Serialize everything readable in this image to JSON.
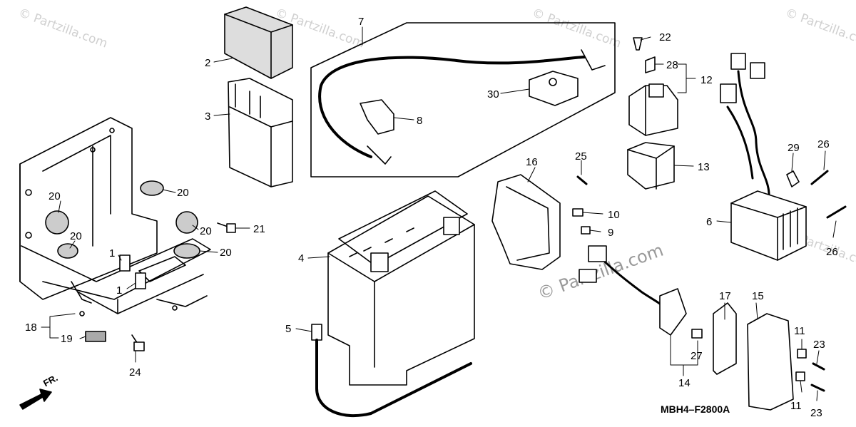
{
  "watermark": {
    "text": "© Partzilla.com",
    "center_text": "© Partzilla.com"
  },
  "diagram_code": "MBH4–F2800A",
  "direction_label": "FR.",
  "callouts": [
    {
      "id": "c1a",
      "label": "1"
    },
    {
      "id": "c1b",
      "label": "1"
    },
    {
      "id": "c2",
      "label": "2"
    },
    {
      "id": "c3",
      "label": "3"
    },
    {
      "id": "c4",
      "label": "4"
    },
    {
      "id": "c5",
      "label": "5"
    },
    {
      "id": "c6",
      "label": "6"
    },
    {
      "id": "c7",
      "label": "7"
    },
    {
      "id": "c8",
      "label": "8"
    },
    {
      "id": "c9",
      "label": "9"
    },
    {
      "id": "c10",
      "label": "10"
    },
    {
      "id": "c11a",
      "label": "11"
    },
    {
      "id": "c11b",
      "label": "11"
    },
    {
      "id": "c12",
      "label": "12"
    },
    {
      "id": "c13",
      "label": "13"
    },
    {
      "id": "c14",
      "label": "14"
    },
    {
      "id": "c15",
      "label": "15"
    },
    {
      "id": "c16",
      "label": "16"
    },
    {
      "id": "c17",
      "label": "17"
    },
    {
      "id": "c18",
      "label": "18"
    },
    {
      "id": "c19",
      "label": "19"
    },
    {
      "id": "c20a",
      "label": "20"
    },
    {
      "id": "c20b",
      "label": "20"
    },
    {
      "id": "c20c",
      "label": "20"
    },
    {
      "id": "c20d",
      "label": "20"
    },
    {
      "id": "c20e",
      "label": "20"
    },
    {
      "id": "c21",
      "label": "21"
    },
    {
      "id": "c22",
      "label": "22"
    },
    {
      "id": "c23a",
      "label": "23"
    },
    {
      "id": "c23b",
      "label": "23"
    },
    {
      "id": "c24",
      "label": "24"
    },
    {
      "id": "c25",
      "label": "25"
    },
    {
      "id": "c26a",
      "label": "26"
    },
    {
      "id": "c26b",
      "label": "26"
    },
    {
      "id": "c27",
      "label": "27"
    },
    {
      "id": "c28",
      "label": "28"
    },
    {
      "id": "c29",
      "label": "29"
    },
    {
      "id": "c30",
      "label": "30"
    }
  ]
}
